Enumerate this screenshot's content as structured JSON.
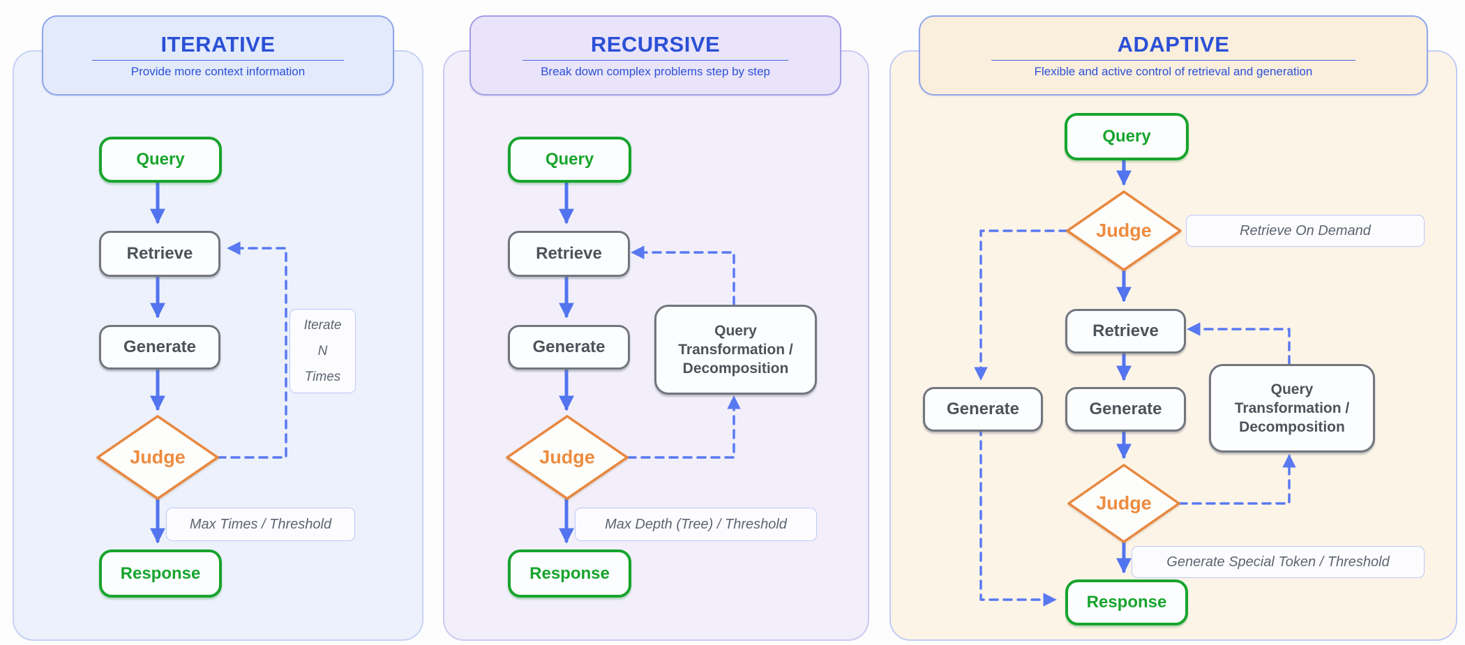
{
  "colors": {
    "arrow_blue": "#5274EE",
    "dashed_blue": "#5979F1",
    "title_blue": "#2B50D6",
    "node_green": "#17A42D",
    "node_gray_border": "#71767D",
    "node_gray_text": "#4C5359",
    "judge_orange": "#E8873E",
    "label_border": "#BCC8F6",
    "label_text": "#5D6570",
    "panel1_bg": "#ECF1FB",
    "panel2_bg": "#F2EFFB",
    "panel3_bg": "#FDF4E8"
  },
  "panels": [
    {
      "title": "ITERATIVE",
      "subtitle": "Provide more context information",
      "nodes": {
        "query": "Query",
        "retrieve": "Retrieve",
        "generate": "Generate",
        "judge": "Judge",
        "response": "Response"
      },
      "labels": {
        "loop_line1": "Iterate",
        "loop_line2": "N",
        "loop_line3": "Times",
        "exit": "Max Times / Threshold"
      }
    },
    {
      "title": "RECURSIVE",
      "subtitle": "Break down complex problems step by step",
      "nodes": {
        "query": "Query",
        "retrieve": "Retrieve",
        "generate": "Generate",
        "judge": "Judge",
        "response": "Response",
        "transform_line1": "Query",
        "transform_line2": "Transformation /",
        "transform_line3": "Decomposition"
      },
      "labels": {
        "exit": "Max Depth (Tree) / Threshold"
      }
    },
    {
      "title": "ADAPTIVE",
      "subtitle": "Flexible and  active control of retrieval and generation",
      "nodes": {
        "query": "Query",
        "judge1": "Judge",
        "retrieve": "Retrieve",
        "generate_main": "Generate",
        "generate_side": "Generate",
        "judge2": "Judge",
        "response": "Response",
        "transform_line1": "Query",
        "transform_line2": "Transformation /",
        "transform_line3": "Decomposition"
      },
      "labels": {
        "judge1": "Retrieve On  Demand",
        "exit": "Generate Special Token / Threshold"
      }
    }
  ]
}
